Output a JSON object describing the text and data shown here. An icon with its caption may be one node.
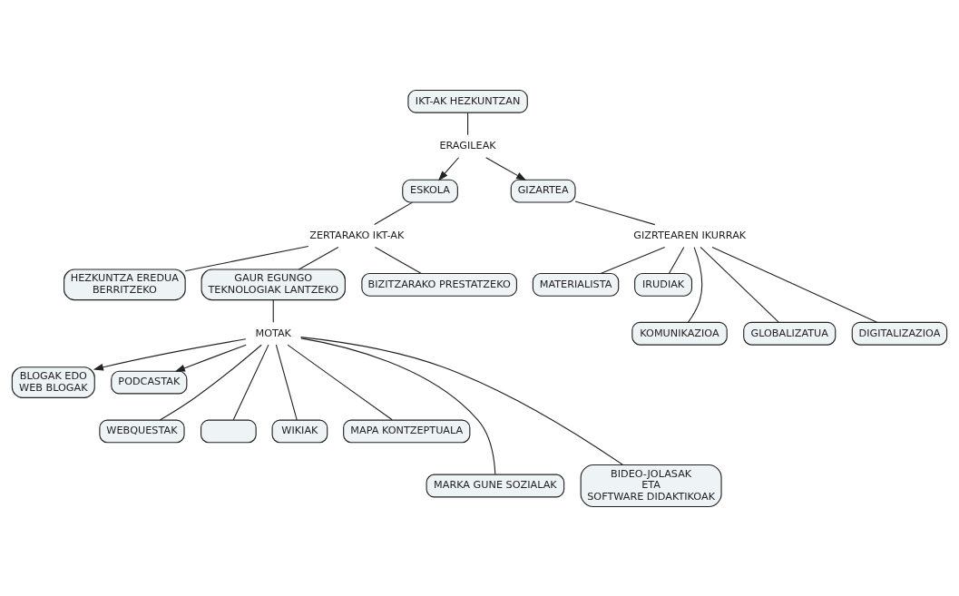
{
  "diagram": {
    "nodes": [
      {
        "text": [
          "IKT-AK HEZKUNTZAN"
        ]
      },
      {
        "text": [
          "ERAGILEAK"
        ]
      },
      {
        "text": [
          "ESKOLA"
        ]
      },
      {
        "text": [
          "GIZARTEA"
        ]
      },
      {
        "text": [
          "ZERTARAKO IKT-AK"
        ]
      },
      {
        "text": [
          "GIZRTEAREN IKURRAK"
        ]
      },
      {
        "text": [
          "HEZKUNTZA EREDUA BERRITZEKO"
        ]
      },
      {
        "text": [
          "GAUR EGUNGO TEKNOLOGIAK LANTZEKO"
        ]
      },
      {
        "text": [
          "BIZITZARAKO PRESTATZEKO"
        ]
      },
      {
        "text": [
          "MATERIALISTA"
        ]
      },
      {
        "text": [
          "IRUDIAK"
        ]
      },
      {
        "text": [
          "MOTAK"
        ]
      },
      {
        "text": [
          "BLOGAK EDO WEB BLOGAK"
        ]
      },
      {
        "text": [
          "PODCASTAK"
        ]
      },
      {
        "text": [
          "WEBQUESTAK"
        ]
      },
      {
        "text": [],
        "shape": "box"
      },
      {
        "text": [
          "WIKIAK"
        ]
      },
      {
        "text": [
          "MAPA KONTZEPTUALA"
        ]
      },
      {
        "text": [
          "KOMUNIKAZIOA"
        ]
      },
      {
        "text": [
          "GLOBALIZATUA"
        ]
      },
      {
        "text": [
          "DIGITALIZAZIOA"
        ]
      },
      {
        "text": [
          "MARKA GUNE SOZIALAK"
        ]
      },
      {
        "text": [
          "BIDEO-JOLASAK ETA SOFTWARE DIDAKTIKOAK"
        ]
      }
    ],
    "edges": [
      {
        "from": 0,
        "to": 1,
        "arrow": "none"
      },
      {
        "from": 1,
        "to": 2,
        "arrow": "to"
      },
      {
        "from": 1,
        "to": 3,
        "arrow": "to"
      },
      {
        "from": 2,
        "to": 4,
        "arrow": "none"
      },
      {
        "from": 4,
        "to": 6,
        "arrow": "none"
      },
      {
        "from": 4,
        "to": 7,
        "arrow": "none"
      },
      {
        "from": 4,
        "to": 8,
        "arrow": "none"
      },
      {
        "from": 7,
        "to": 11,
        "arrow": "none"
      },
      {
        "from": 11,
        "to": 12,
        "arrow": "to"
      },
      {
        "from": 11,
        "to": 13,
        "arrow": "to"
      },
      {
        "from": 11,
        "to": 14,
        "arrow": "none"
      },
      {
        "from": 11,
        "to": 15,
        "arrow": "none"
      },
      {
        "from": 11,
        "to": 16,
        "arrow": "none"
      },
      {
        "from": 11,
        "to": 17,
        "arrow": "none"
      },
      {
        "from": 11,
        "to": 21,
        "arrow": "none"
      },
      {
        "from": 11,
        "to": 22,
        "arrow": "none"
      },
      {
        "from": 3,
        "to": 5,
        "arrow": "none"
      },
      {
        "from": 5,
        "to": 9,
        "arrow": "none"
      },
      {
        "from": 5,
        "to": 18,
        "arrow": "none"
      },
      {
        "from": 5,
        "to": 19,
        "arrow": "none"
      },
      {
        "from": 5,
        "to": 20,
        "arrow": "none"
      },
      {
        "from": 5,
        "to": 10,
        "arrow": "none"
      }
    ]
  }
}
